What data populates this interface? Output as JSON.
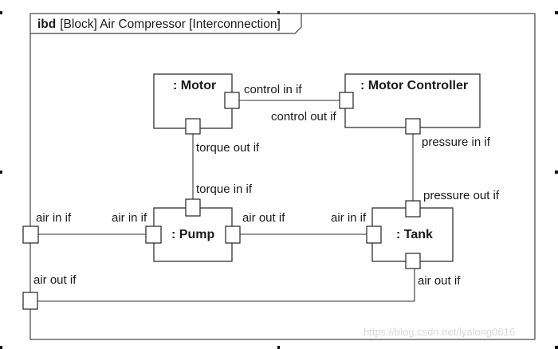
{
  "frame": {
    "keyword": "ibd",
    "title": "[Block] Air Compressor [Interconnection]"
  },
  "blocks": {
    "motor": {
      "name": ": Motor"
    },
    "motor_controller": {
      "name": ": Motor Controller"
    },
    "pump": {
      "name": ": Pump"
    },
    "tank": {
      "name": ": Tank"
    }
  },
  "ports": {
    "motor_control_in": "control in if",
    "motor_torque_out": "torque out if",
    "controller_control_out": "control out if",
    "controller_pressure_in": "pressure in if",
    "pump_torque_in": "torque in if",
    "pump_air_in": "air in if",
    "pump_air_out": "air out if",
    "tank_air_in": "air in if",
    "tank_pressure_out": "pressure out if",
    "tank_air_out": "air out if",
    "boundary_air_in": "air in if",
    "boundary_air_out": "air out if"
  },
  "watermark": "https://blog.csdn.net/lyalong0616"
}
